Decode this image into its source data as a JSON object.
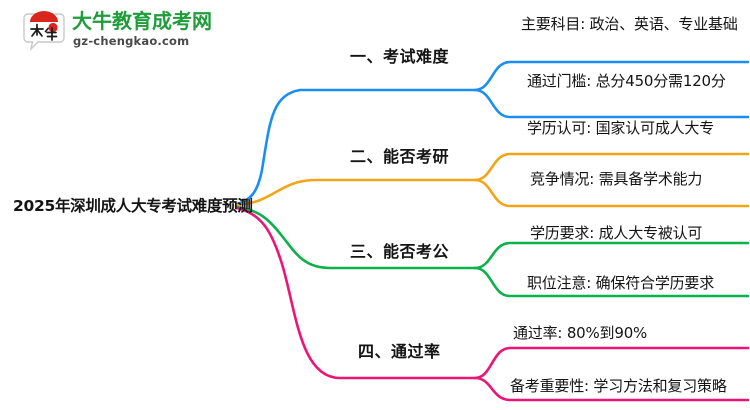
{
  "logo": {
    "mark_name": "da-niu-speech-bubble-logo",
    "cn_name": "大牛教育成考网",
    "domain": "gz-chengkao.com",
    "mark_chars": "大牛",
    "green": "#1f9d3a",
    "red": "#d9261c"
  },
  "mindmap": {
    "root": "2025年深圳成人大专考试难度预测",
    "branches": [
      {
        "label": "一、考试难度",
        "color": "#1b8ff0",
        "leaves": [
          "主要科目: 政治、英语、专业基础",
          "通过门槛: 总分450分需120分"
        ]
      },
      {
        "label": "二、能否考研",
        "color": "#f2a517",
        "leaves": [
          "学历认可: 国家认可成人大专",
          "竞争情况: 需具备学术能力"
        ]
      },
      {
        "label": "三、能否考公",
        "color": "#0cb14b",
        "leaves": [
          "学历要求: 成人大专被认可",
          "职位注意: 确保符合学历要求"
        ]
      },
      {
        "label": "四、通过率",
        "color": "#ec1477",
        "leaves": [
          "通过率: 80%到90%",
          "备考重要性: 学习方法和复习策略"
        ]
      }
    ]
  }
}
